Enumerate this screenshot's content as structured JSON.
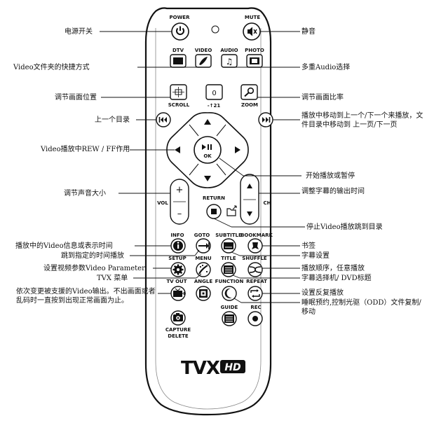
{
  "buttons": {
    "power": "POWER",
    "mute": "MUTE",
    "dtv": "DTV",
    "video": "VIDEO",
    "audio": "AUDIO",
    "photo": "PHOTO",
    "scroll": "SCROLL",
    "zero": "0",
    "dash21": "-↑21",
    "zoom": "ZOOM",
    "ok": "OK",
    "vol": "VOL",
    "ch": "CH",
    "return": "RETURN",
    "info": "INFO",
    "goto": "GOTO",
    "subtitle": "SUBTITLE",
    "bookmark": "BOOKMARK",
    "setup": "SETUP",
    "menu": "MENU",
    "title": "TITLE",
    "shuffle": "SHUFFLE",
    "tvout": "TV OUT",
    "angle": "ANGLE",
    "function": "FUNCTION",
    "repeat": "REPEAT",
    "guide": "GUIDE",
    "rec": "REC",
    "capture": "CAPTURE",
    "delete": "DELETE",
    "plus": "+",
    "minus": "–"
  },
  "logo": {
    "text": "TVX",
    "badge": "HD"
  },
  "annotations": {
    "power_switch": "电源开关",
    "mute": "静音",
    "video_shortcut": "Video文件夹的快捷方式",
    "multi_audio": "多重Audio选择",
    "adjust_position": "调节画面位置",
    "adjust_ratio": "调节画面比率",
    "prev_dir": "上一个目录",
    "next_prev": "播放中移动到上一个/下一个来播放，文件目录中移动到 上一页/下一页",
    "rew_ff": "Video播放中REW / FF作用",
    "play_pause": "开始播放或暂停",
    "volume": "调节声音大小",
    "subtitle_time": "调整字幕的输出时间",
    "stop_return": "停止Video播放跳到目录",
    "info": "播放中的Video信息或表示时间",
    "bookmark": "书签",
    "goto_time": "跳到指定的时间播放",
    "subtitle_set": "字幕设置",
    "video_param": "设置视频参数Video Parameter",
    "shuffle": "播放顺序，任意播放",
    "tvx_menu": "TVX 菜单",
    "subtitle_dvd": "字幕选择机/ DVD标题",
    "tv_out": "依次变更被支援的Video输出。不出画面或者乱码时一直按到出现正常画面为止。",
    "repeat": "设置反复播放",
    "function": "睡眠预约,控制光驱（ODD）文件复制/移动"
  }
}
